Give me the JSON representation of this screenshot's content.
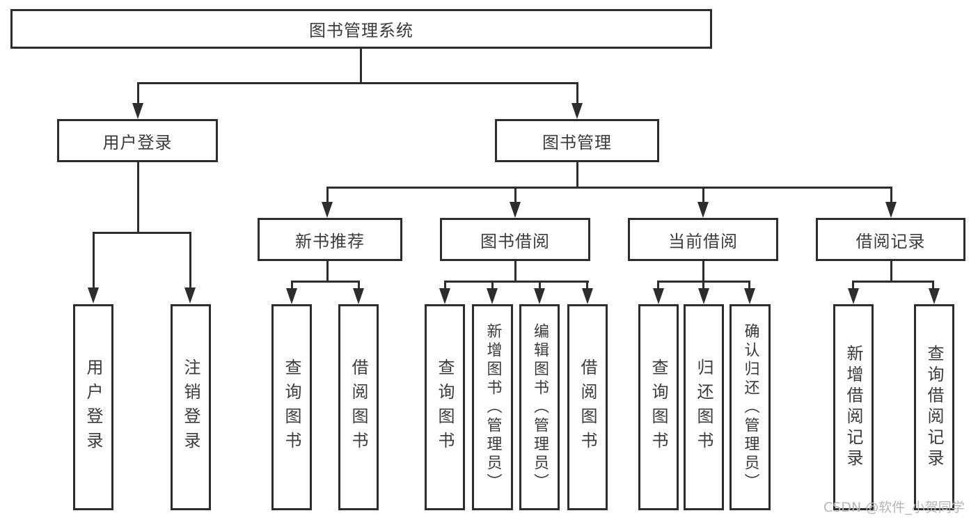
{
  "diagram": {
    "type": "hierarchy-tree",
    "nodes": {
      "root": "图书管理系统",
      "user_login": "用户登录",
      "book_mgmt": "图书管理",
      "new_book_rec": "新书推荐",
      "book_borrow": "图书借阅",
      "current_borrow": "当前借阅",
      "borrow_records": "借阅记录",
      "ul_user_login": "用户登录",
      "ul_logout": "注销登录",
      "nb_query_book": "查询图书",
      "nb_borrow_book": "借阅图书",
      "bb_query_book": "查询图书",
      "bb_add_book": "新增图书（管理员）",
      "bb_edit_book": "编辑图书（管理员）",
      "bb_borrow_book": "借阅图书",
      "cb_query_book": "查询图书",
      "cb_return_book": "归还图书",
      "cb_confirm_return": "确认归还（管理员）",
      "br_add_record": "新增借阅记录",
      "br_query_record": "查询借阅记录"
    },
    "edges": [
      [
        "图书管理系统",
        "用户登录"
      ],
      [
        "图书管理系统",
        "图书管理"
      ],
      [
        "用户登录",
        "用户登录"
      ],
      [
        "用户登录",
        "注销登录"
      ],
      [
        "图书管理",
        "新书推荐"
      ],
      [
        "图书管理",
        "图书借阅"
      ],
      [
        "图书管理",
        "当前借阅"
      ],
      [
        "图书管理",
        "借阅记录"
      ],
      [
        "新书推荐",
        "查询图书"
      ],
      [
        "新书推荐",
        "借阅图书"
      ],
      [
        "图书借阅",
        "查询图书"
      ],
      [
        "图书借阅",
        "新增图书（管理员）"
      ],
      [
        "图书借阅",
        "编辑图书（管理员）"
      ],
      [
        "图书借阅",
        "借阅图书"
      ],
      [
        "当前借阅",
        "查询图书"
      ],
      [
        "当前借阅",
        "归还图书"
      ],
      [
        "当前借阅",
        "确认归还（管理员）"
      ],
      [
        "借阅记录",
        "新增借阅记录"
      ],
      [
        "借阅记录",
        "查询借阅记录"
      ]
    ],
    "colors": {
      "line": "#2d2d2d",
      "text": "#3b3b3b",
      "box_fill": "#ffffff",
      "background": "#ffffff",
      "watermark": "#b6b6b6"
    }
  },
  "watermark": "CSDN @软件_小贺同学"
}
